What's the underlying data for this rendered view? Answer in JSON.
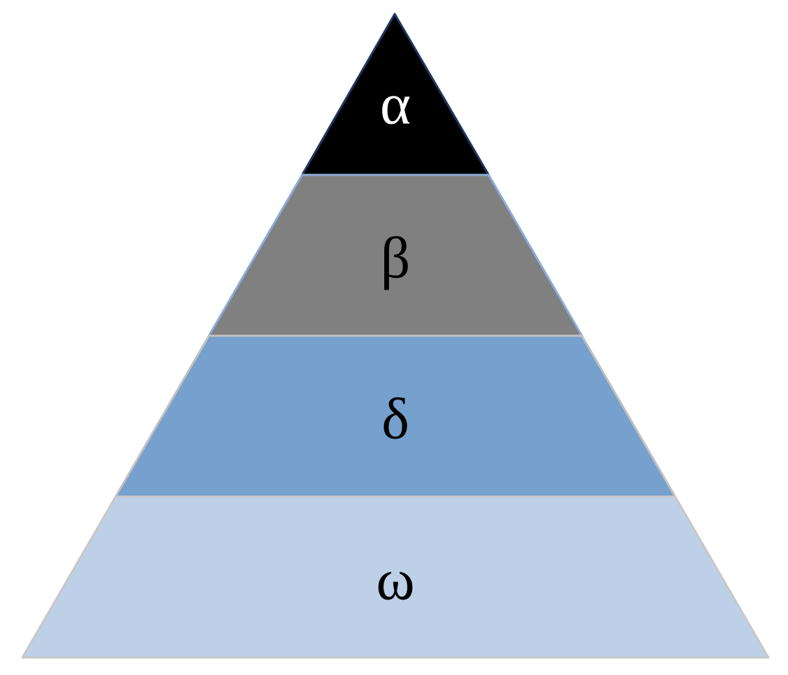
{
  "diagram": {
    "type": "pyramid",
    "tiers": [
      {
        "label": "α",
        "fill": "#000000",
        "stroke": "#1f3864",
        "text_color": "#ffffff"
      },
      {
        "label": "β",
        "fill": "#808080",
        "stroke": "#8eaadb",
        "text_color": "#000000"
      },
      {
        "label": "δ",
        "fill": "#76a0cd",
        "stroke": "#c0c0c0",
        "text_color": "#000000"
      },
      {
        "label": "ω",
        "fill": "#bdd0e8",
        "stroke": "#c8c8c8",
        "text_color": "#000000"
      }
    ]
  }
}
